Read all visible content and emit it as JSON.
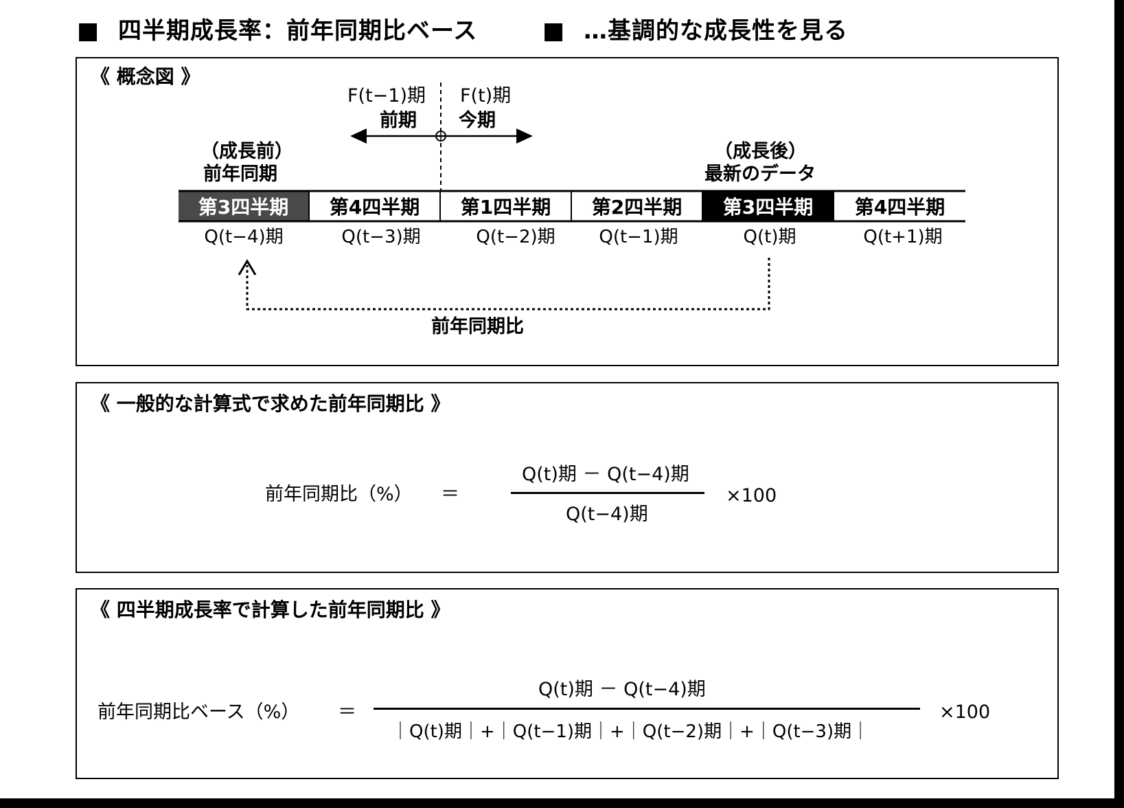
{
  "title": {
    "prefix_marker": "■",
    "main": "四半期成長率：前年同期比ベース",
    "mid_marker": "■",
    "sub": "…基調的な成長性を見る"
  },
  "concept": {
    "header": "《 概念図 》",
    "fiscal_prev_label": "F(t−1)期",
    "fiscal_prev_name": "前期",
    "fiscal_curr_label": "F(t)期",
    "fiscal_curr_name": "今期",
    "before_note_1": "（成長前）",
    "before_note_2": "前年同期",
    "after_note_1": "（成長後）",
    "after_note_2": "最新のデータ",
    "quarters": [
      "第3四半期",
      "第4四半期",
      "第1四半期",
      "第2四半期",
      "第3四半期",
      "第4四半期"
    ],
    "periods": [
      "Q(t−4)期",
      "Q(t−3)期",
      "Q(t−2)期",
      "Q(t−1)期",
      "Q(t)期",
      "Q(t+1)期"
    ],
    "comparison_label": "前年同期比",
    "colors": {
      "before_cell": "#4a4a4a",
      "after_cell": "#000000"
    }
  },
  "formula1": {
    "header": "《 一般的な計算式で求めた前年同期比 》",
    "lhs": "前年同期比（%）",
    "equals": "＝",
    "numerator": "Q(t)期 － Q(t−4)期",
    "denominator": "Q(t−4)期",
    "multiplier": "×100"
  },
  "formula2": {
    "header": "《 四半期成長率で計算した前年同期比 》",
    "lhs": "前年同期比ベース（%）",
    "equals": "＝",
    "numerator": "Q(t)期 － Q(t−4)期",
    "denominator": "｜Q(t)期｜+｜Q(t−1)期｜+｜Q(t−2)期｜+｜Q(t−3)期｜",
    "multiplier": "×100"
  }
}
